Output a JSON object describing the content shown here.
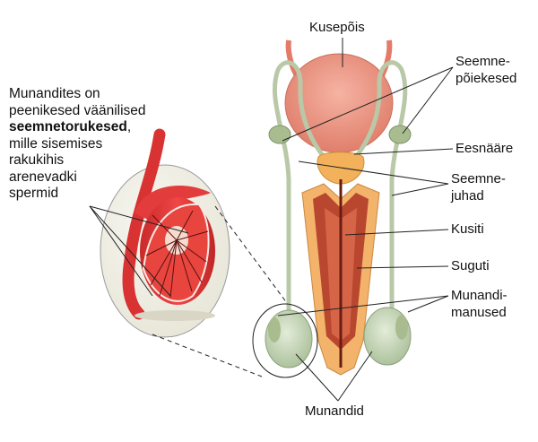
{
  "intro": {
    "line1": "Munandites on",
    "line2": "peenikesed väänilised",
    "term": "seemnetorukesed",
    "term_suffix": ",",
    "line4": "mille sisemises",
    "line5": "rakukihis",
    "line6": "arenevadki",
    "line7": "spermid"
  },
  "labels": {
    "kusepois": "Kusepõis",
    "seemnepoiekesed_1": "Seemne-",
    "seemnepoiekesed_2": "põiekesed",
    "eesnaare": "Eesnääre",
    "seemnejuhad_1": "Seemne-",
    "seemnejuhad_2": "juhad",
    "kusiti": "Kusiti",
    "suguti": "Suguti",
    "munandimanused_1": "Munandi-",
    "munandimanused_2": "manused",
    "munandid": "Munandid"
  },
  "colors": {
    "bladder": "#e58a78",
    "prostate": "#f2b15a",
    "duct": "#b9c9a8",
    "testis": "#c9d8bf",
    "erectile": "#f3b36a",
    "urethra": "#a63a2a",
    "tubule_red": "#e53b3b",
    "line": "#222222"
  }
}
